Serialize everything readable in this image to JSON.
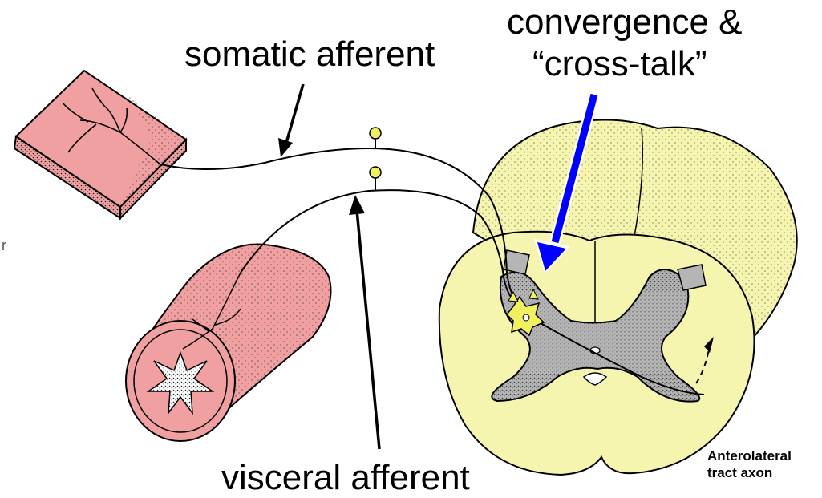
{
  "labels": {
    "somatic": "somatic afferent",
    "convergence_line1": "convergence &",
    "convergence_line2": "“cross-talk”",
    "visceral": "visceral afferent",
    "tract_line1": "Anterolateral",
    "tract_line2": "tract axon",
    "stray_glyph": "r"
  },
  "colors": {
    "skin": "#f0a0a0",
    "spinal_cord": "#f5f5b0",
    "gray_matter": "#b5b5b5",
    "pointer_arrow": "#0000ff",
    "neuron": "#f0f060"
  }
}
